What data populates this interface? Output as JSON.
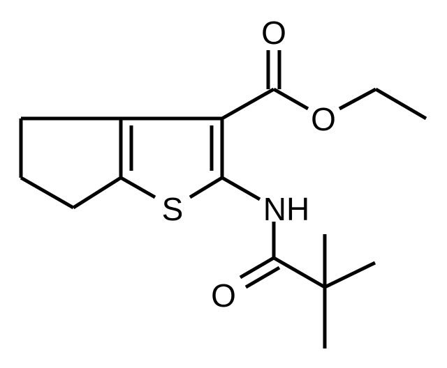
{
  "molecule": {
    "atoms": {
      "ester_carbonyl_o": "O",
      "ester_ether_o": "O",
      "ring_sulfur": "S",
      "amide_nitrogen": "NH",
      "amide_carbonyl_o": "O"
    }
  },
  "colors": {
    "bond": "#000000",
    "label": "#000000",
    "background": "#ffffff"
  }
}
